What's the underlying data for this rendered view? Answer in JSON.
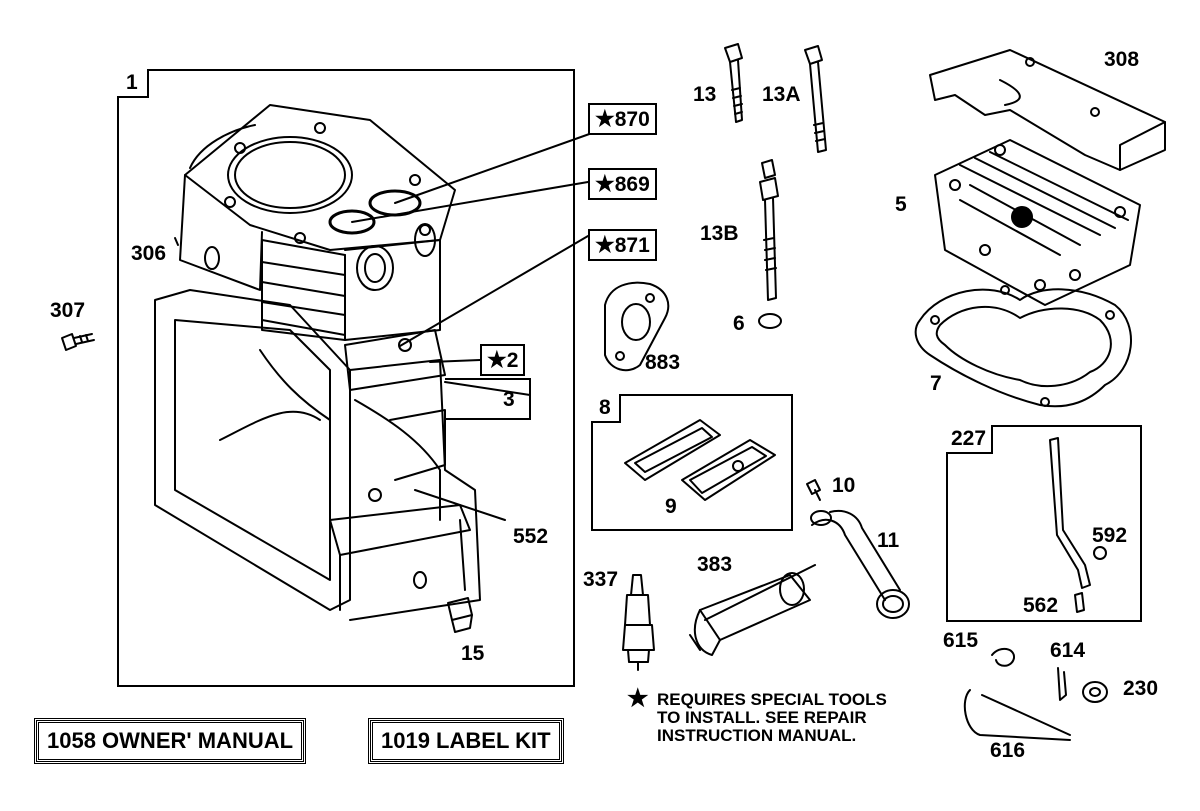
{
  "assembly_box_number": "1",
  "reed_box_number": "8",
  "lever_box_number": "227",
  "star_glyph": "★",
  "parts": {
    "p870": "870",
    "p869": "869",
    "p871": "871",
    "p2": "2",
    "p3": "3",
    "p306": "306",
    "p307": "307",
    "p552": "552",
    "p15": "15",
    "p13": "13",
    "p13A": "13A",
    "p13B": "13B",
    "p6": "6",
    "p883": "883",
    "p9": "9",
    "p10": "10",
    "p11": "11",
    "p308": "308",
    "p5": "5",
    "p7": "7",
    "p592": "592",
    "p562": "562",
    "p337": "337",
    "p383": "383",
    "p615": "615",
    "p614": "614",
    "p230": "230",
    "p616": "616"
  },
  "footer": {
    "owner_manual": "1058 OWNER' MANUAL",
    "label_kit": "1019 LABEL KIT"
  },
  "note": {
    "line1": "REQUIRES SPECIAL TOOLS",
    "line2": "TO INSTALL.  SEE REPAIR",
    "line3": "INSTRUCTION MANUAL."
  }
}
